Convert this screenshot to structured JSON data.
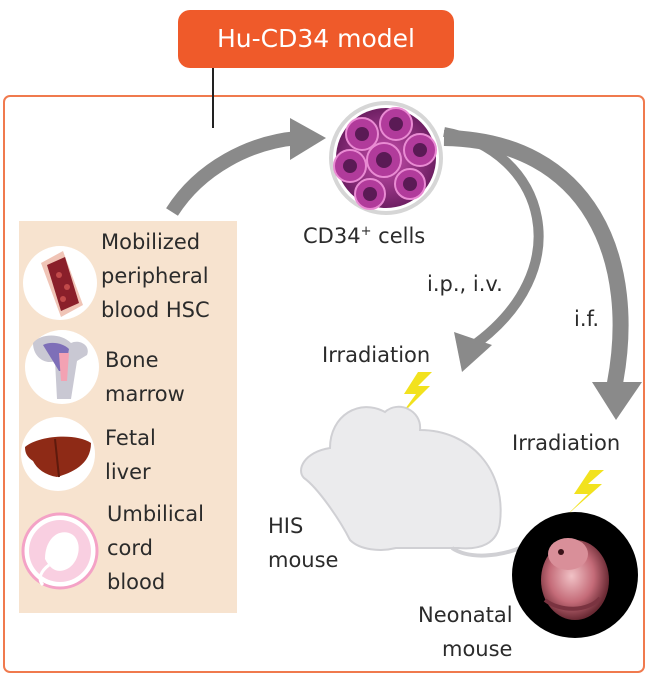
{
  "title": "Hu-CD34 model",
  "cell_label": {
    "prefix": "CD34",
    "sup": "+",
    "suffix": " cells"
  },
  "routes": {
    "left": "i.p., i.v.",
    "right": "i.f."
  },
  "irradiation_labels": [
    "Irradiation",
    "Irradiation"
  ],
  "mouse_labels": {
    "his": [
      "HIS",
      "mouse"
    ],
    "neonatal": [
      "Neonatal",
      "mouse"
    ]
  },
  "sources": [
    {
      "lines": [
        "Mobilized",
        "peripheral",
        "blood HSC"
      ],
      "icon": "blood-vessel-icon"
    },
    {
      "lines": [
        "Bone",
        "marrow"
      ],
      "icon": "bone-icon"
    },
    {
      "lines": [
        "Fetal",
        "liver"
      ],
      "icon": "liver-icon"
    },
    {
      "lines": [
        "Umbilical",
        "cord",
        "blood"
      ],
      "icon": "embryo-icon"
    }
  ],
  "colors": {
    "accent": "#ef5a2a",
    "frame": "#f07a4e",
    "panel": "#f7e3cf",
    "arrow": "#8a8a8a",
    "bolt": "#f2e21e",
    "cell": "#b13b9b"
  }
}
